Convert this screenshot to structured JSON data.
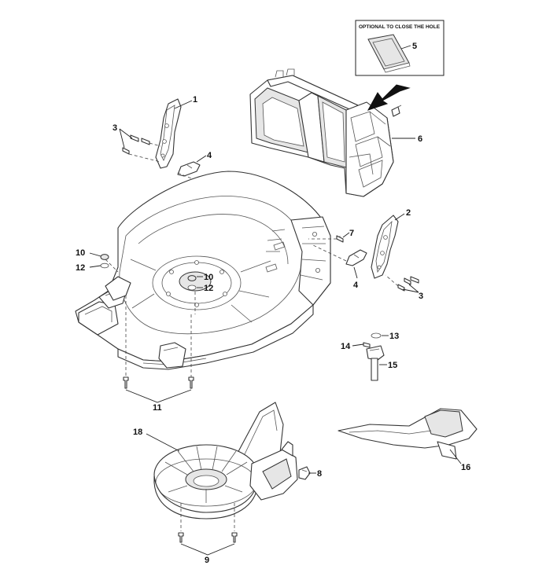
{
  "inset": {
    "caption": "OPTIONAL TO CLOSE THE HOLE",
    "part": "5"
  },
  "callouts": {
    "p1": "1",
    "p2": "2",
    "p3a": "3",
    "p3b": "3",
    "p4a": "4",
    "p4b": "4",
    "p6": "6",
    "p7": "7",
    "p8": "8",
    "p9": "9",
    "p10a": "10",
    "p10b": "10",
    "p11": "11",
    "p12a": "12",
    "p12b": "12",
    "p13": "13",
    "p14": "14",
    "p15": "15",
    "p16": "16",
    "p18": "18"
  },
  "colors": {
    "line": "#333333",
    "fill": "#ffffff",
    "shade": "#e6e6e6"
  }
}
